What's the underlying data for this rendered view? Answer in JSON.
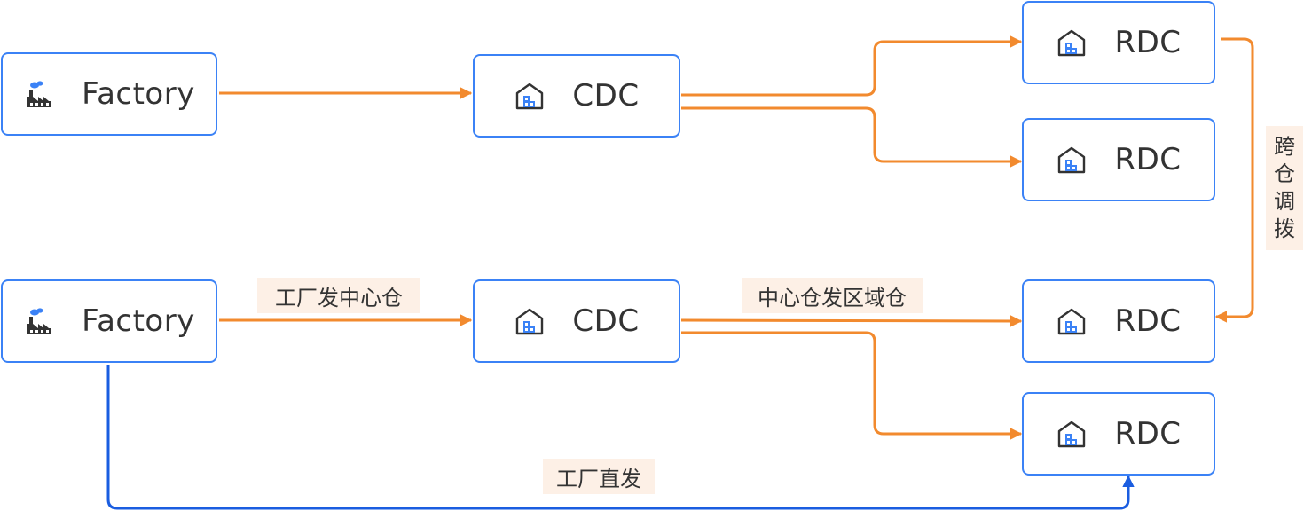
{
  "nodes": {
    "factory_top": "Factory",
    "cdc_top": "CDC",
    "rdc_1": "RDC",
    "rdc_2": "RDC",
    "factory_bottom": "Factory",
    "cdc_bottom": "CDC",
    "rdc_3": "RDC",
    "rdc_4": "RDC"
  },
  "edge_labels": {
    "factory_to_cdc": "工厂发中心仓",
    "cdc_to_rdc": "中心仓发区域仓",
    "factory_direct": "工厂直发",
    "cross_warehouse": [
      "跨",
      "仓",
      "调",
      "拨"
    ]
  },
  "colors": {
    "node_border": "#3b82f6",
    "orange_flow": "#f28a2e",
    "blue_flow": "#1a5de0",
    "label_bg": "#fdf0e6"
  },
  "icons": {
    "factory": "factory-icon",
    "warehouse": "warehouse-icon"
  }
}
